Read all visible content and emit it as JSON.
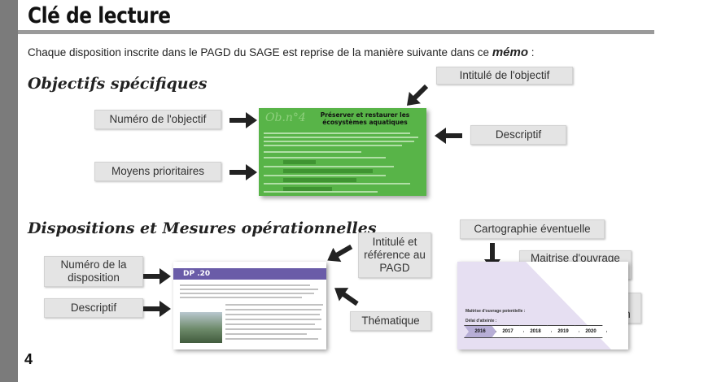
{
  "page": {
    "title": "Clé de lecture",
    "intro_text": "Chaque disposition inscrite dans le PAGD du SAGE est reprise de la manière suivante dans ce ",
    "intro_emph": "mémo",
    "intro_end": " :",
    "page_number": "4"
  },
  "sections": {
    "objectifs": "Objectifs spécifiques",
    "dispositions": "Dispositions et Mesures opérationnelles"
  },
  "labels": {
    "numero_objectif": "Numéro de l'objectif",
    "moyens_prioritaires": "Moyens prioritaires",
    "intitule_objectif": "Intitulé de l'objectif",
    "descriptif_top": "Descriptif",
    "numero_disposition": "Numéro de la disposition",
    "descriptif_bottom": "Descriptif",
    "intitule_reference": "Intitulé et référence au PAGD",
    "thematique": "Thématique",
    "cartographie": "Cartographie éventuelle",
    "maitrise": "Maitrise d'ouvrage potentielle",
    "delai": "Délai de réalisation"
  },
  "green_card": {
    "number": "Ob.n°4",
    "title": "Préserver et restaurer les écosystèmes aquatiques"
  },
  "doc_card": {
    "number": "DP .20"
  },
  "timeline_card": {
    "maitrise_label": "Maitrise d'ouvrage potentielle :",
    "delai_label": "Délai d'atteinte :",
    "years": [
      "2016",
      "2017",
      "2018",
      "2019",
      "2020"
    ]
  },
  "colors": {
    "green": "#58b448",
    "purple": "#6a5ca8",
    "label_bg": "#e4e4e4",
    "rule": "#9a9a9a"
  }
}
